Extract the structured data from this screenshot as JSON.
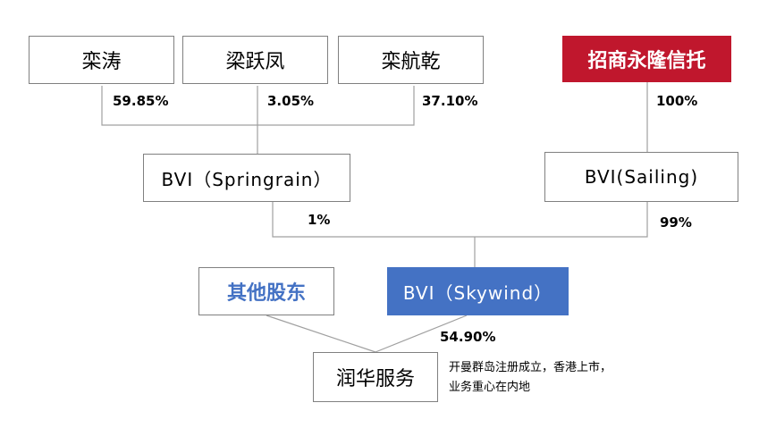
{
  "diagram": {
    "shareholders": {
      "luan_tao": "栾涛",
      "liang_yuefeng": "梁跃凤",
      "luan_hangqian": "栾航乾",
      "cmb_trust": "招商永隆信托"
    },
    "entities": {
      "bvi_springrain": "BVI（Springrain）",
      "bvi_sailing": "BVI(Sailing)",
      "bvi_skywind": "BVI（Skywind）",
      "other_shareholders": "其他股东",
      "runhua": "润华服务"
    },
    "percentages": {
      "luan_tao": "59.85%",
      "liang_yuefeng": "3.05%",
      "luan_hangqian": "37.10%",
      "cmb_trust": "100%",
      "springrain": "1%",
      "sailing": "99%",
      "skywind": "54.90%"
    },
    "note": {
      "line1": "开曼群岛注册成立，香港上市，",
      "line2": "业务重心在内地"
    },
    "colors": {
      "trust_box": "#c0172d",
      "skywind_box": "#4472c4",
      "other_text": "#4472c4",
      "lines": "#a0a0a0"
    }
  }
}
